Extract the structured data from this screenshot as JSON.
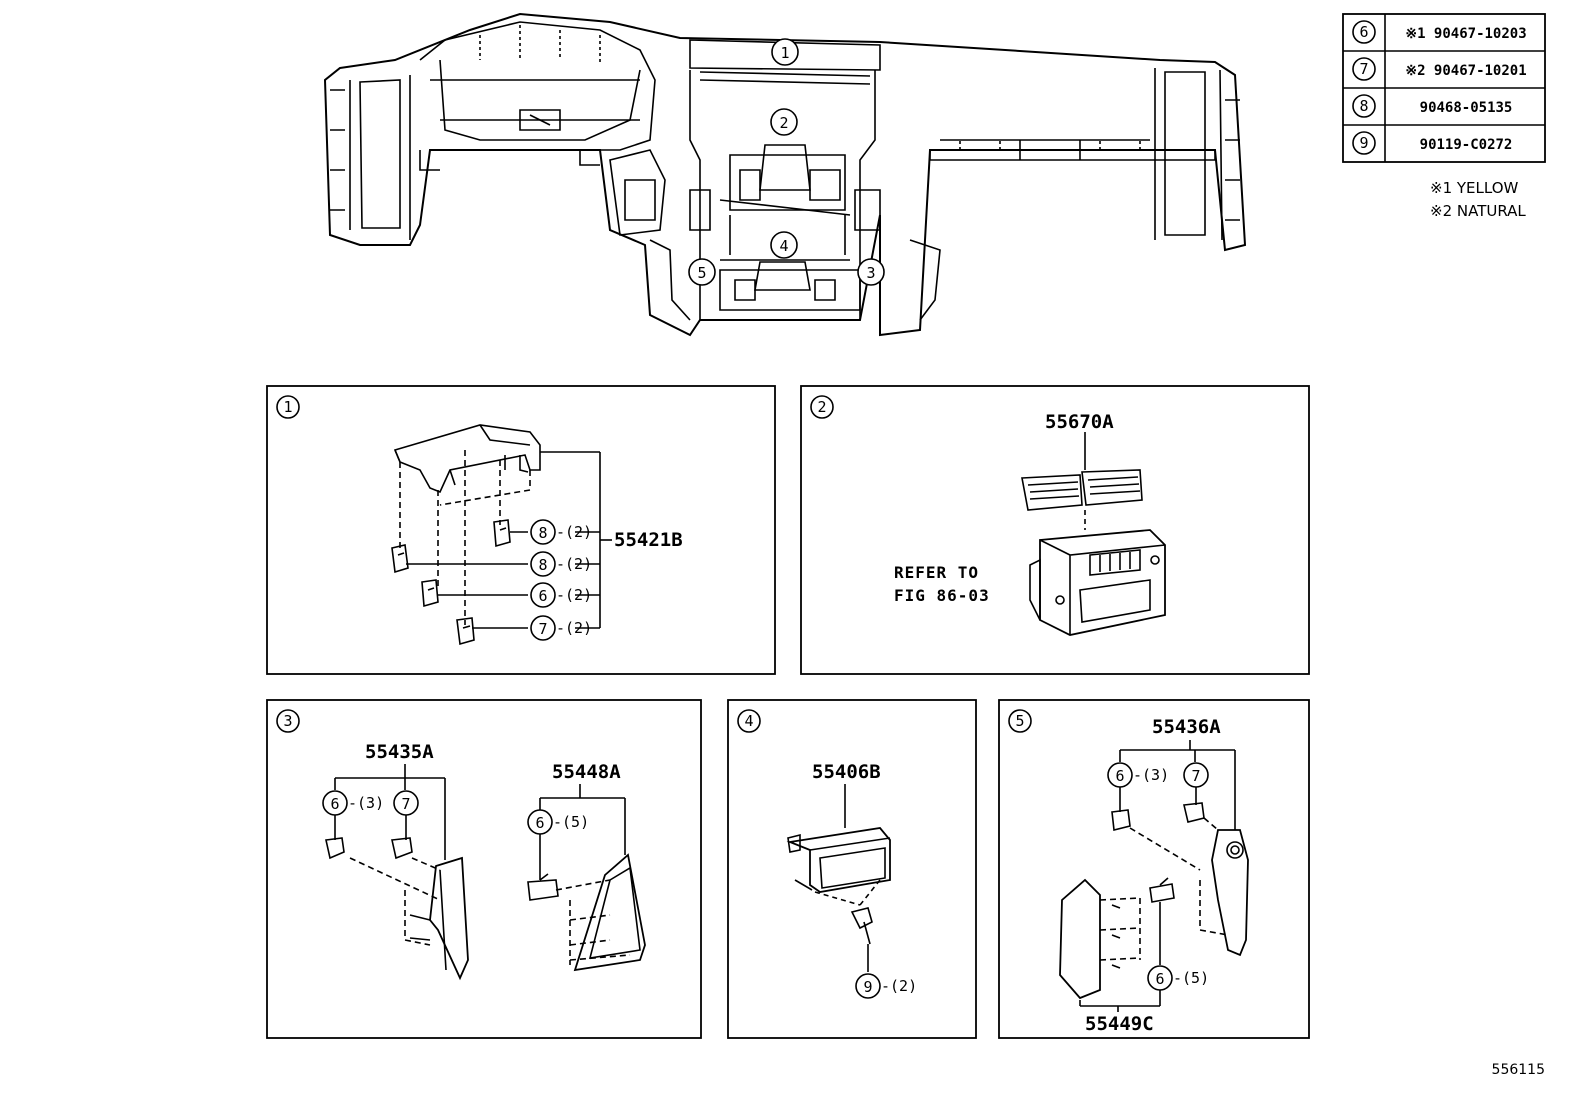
{
  "callouts": {
    "c1": "1",
    "c2": "2",
    "c3": "3",
    "c4": "4",
    "c5": "5",
    "c6": "6",
    "c7": "7",
    "c8": "8",
    "c9": "9"
  },
  "legend_table": {
    "rows": [
      {
        "num": "6",
        "part": "※1 90467-10203"
      },
      {
        "num": "7",
        "part": "※2 90467-10201"
      },
      {
        "num": "8",
        "part": "90468-05135"
      },
      {
        "num": "9",
        "part": "90119-C0272"
      }
    ],
    "notes": [
      "※1 YELLOW",
      "※2 NATURAL"
    ]
  },
  "panel1": {
    "part": "55421B",
    "qty": [
      "-(2)",
      "-(2)",
      "-(2)",
      "-(2)"
    ]
  },
  "panel2": {
    "part": "55670A",
    "refer_line1": "REFER TO",
    "refer_line2": "FIG 86-03"
  },
  "panel3": {
    "part_a": "55435A",
    "part_b": "55448A",
    "qty_a": "-(3)",
    "qty_b": "-(5)"
  },
  "panel4": {
    "part": "55406B",
    "qty": "-(2)"
  },
  "panel5": {
    "part_a": "55436A",
    "part_b": "55449C",
    "qty_a": "-(3)",
    "qty_b": "-(5)"
  },
  "footer": {
    "illustration_id": "556115"
  }
}
